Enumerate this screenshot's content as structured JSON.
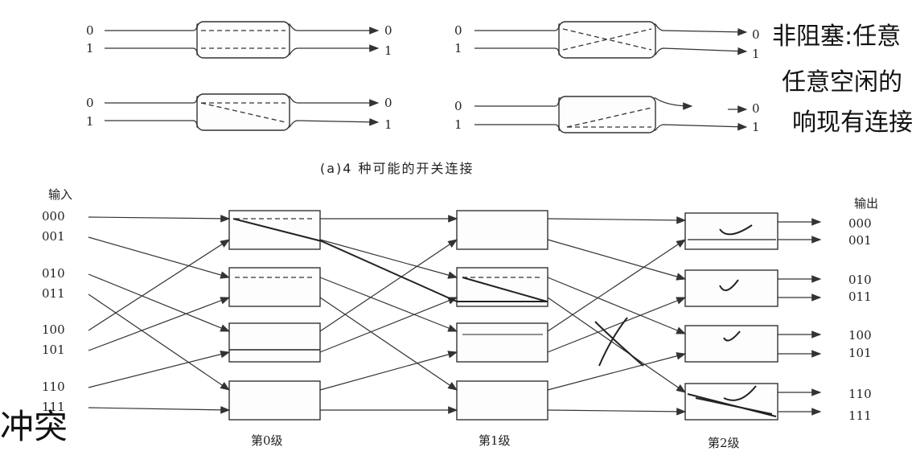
{
  "panel_a": {
    "caption": "(a)4 种可能的开关连接",
    "port_labels": {
      "in0": "0",
      "in1": "1",
      "out0": "0",
      "out1": "1"
    }
  },
  "panel_b": {
    "input_title": "输入",
    "output_title": "输出",
    "inputs": [
      "000",
      "001",
      "010",
      "011",
      "100",
      "101",
      "110",
      "111"
    ],
    "outputs": [
      "000",
      "001",
      "010",
      "011",
      "100",
      "101",
      "110",
      "111"
    ],
    "stages": [
      "第0级",
      "第1级",
      "第2级"
    ]
  },
  "annotations": {
    "note_line1": "非阻塞:任意",
    "note_line2": "任意空闲的",
    "note_line3": "响现有连接",
    "left_note": "冲突"
  },
  "colors": {
    "ink": "#222222",
    "paper": "#ffffff"
  }
}
